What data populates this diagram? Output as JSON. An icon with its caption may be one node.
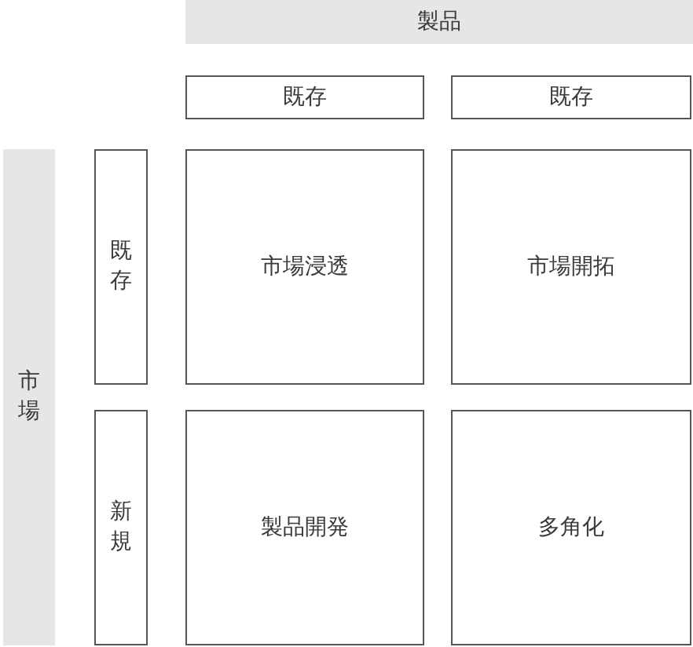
{
  "diagram": {
    "nodes": [
      {
        "text": [
          "製品"
        ]
      },
      {
        "text": [
          "既存"
        ]
      },
      {
        "text": [
          "既存"
        ]
      },
      {
        "text": [
          "市場"
        ]
      },
      {
        "text": [
          "既存"
        ]
      },
      {
        "text": [
          "市場浸透"
        ]
      },
      {
        "text": [
          "市場開拓"
        ]
      },
      {
        "text": [
          "新規"
        ]
      },
      {
        "text": [
          "製品開発"
        ]
      },
      {
        "text": [
          "多角化"
        ]
      }
    ]
  }
}
